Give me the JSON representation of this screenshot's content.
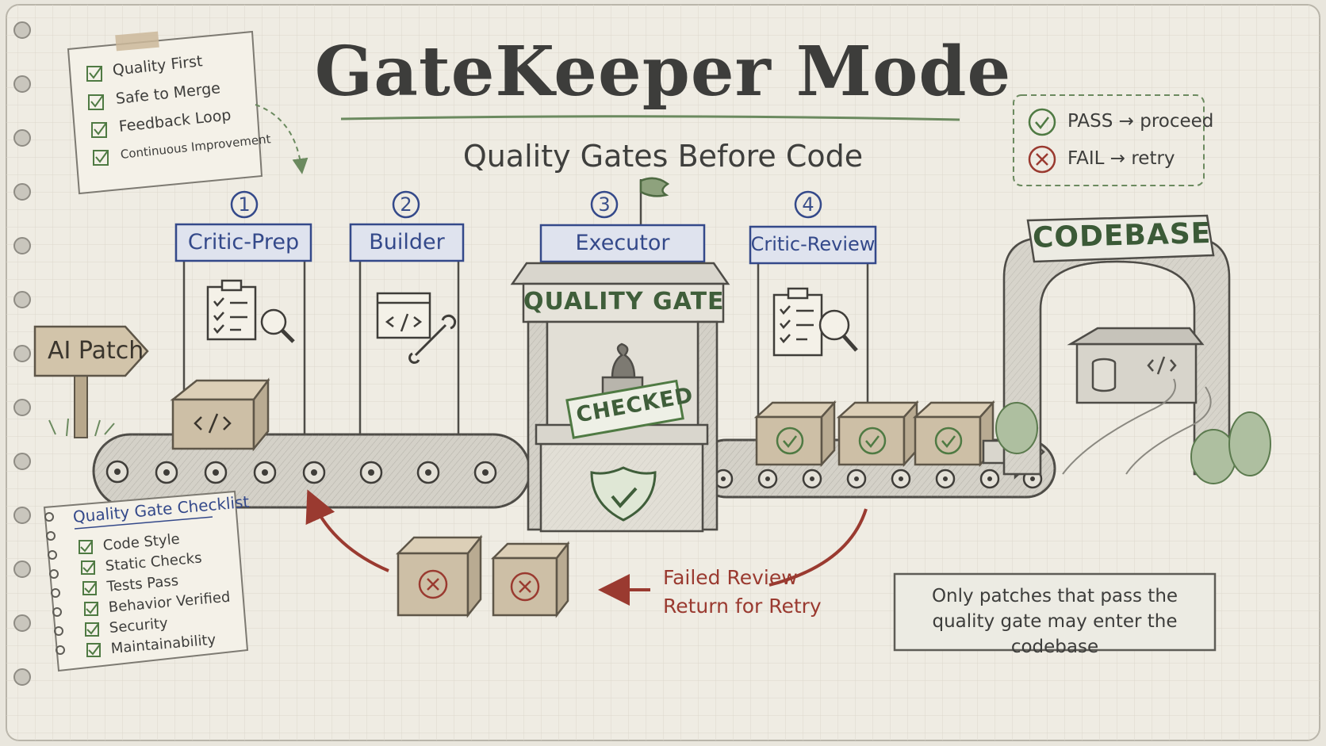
{
  "title": "GateKeeper Mode",
  "subtitle": "Quality Gates Before Code",
  "sticky_note": {
    "items": [
      "Quality First",
      "Safe to Merge",
      "Feedback Loop",
      "Continuous Improvement"
    ]
  },
  "stages": [
    {
      "number": "1",
      "label": "Critic-Prep",
      "icon": "clipboard-magnifier-icon"
    },
    {
      "number": "2",
      "label": "Builder",
      "icon": "code-window-wrench-icon"
    },
    {
      "number": "3",
      "label": "Executor",
      "icon": "flag-icon"
    },
    {
      "number": "4",
      "label": "Critic-Review",
      "icon": "clipboard-magnifier-icon"
    }
  ],
  "quality_gate": {
    "title": "QUALITY GATE",
    "stamp": "CHECKED",
    "shield_icon": "shield-check-icon"
  },
  "legend": {
    "pass": "PASS → proceed",
    "fail": "FAIL → retry"
  },
  "entry_sign": "AI Patch",
  "destination": "CODEBASE",
  "checklist": {
    "title": "Quality Gate Checklist",
    "items": [
      "Code Style",
      "Static Checks",
      "Tests Pass",
      "Behavior Verified",
      "Security",
      "Maintainability"
    ]
  },
  "failed": {
    "line1": "Failed Review",
    "line2": "Return for Retry"
  },
  "note": "Only patches that pass the quality gate may enter the codebase",
  "colors": {
    "paper": "#efece3",
    "ink": "#3d3d3b",
    "blue": "#34498a",
    "green": "#3f5e3a",
    "red": "#9a3a30",
    "box": "#cdbfa6"
  }
}
